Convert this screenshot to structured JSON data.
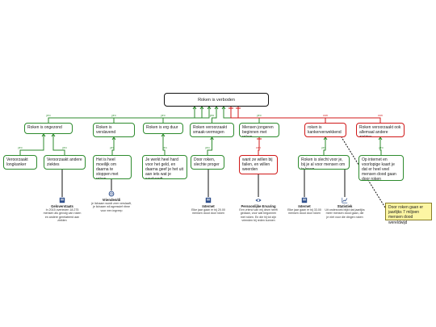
{
  "root": {
    "label": "Roken is verboden"
  },
  "nodes": {
    "n1": {
      "label": "Roken is ongezond",
      "tag": "pro"
    },
    "n2": {
      "label": "Roken is verslavend",
      "tag": "pro"
    },
    "n3": {
      "label": "Roken is erg duur",
      "tag": "pro"
    },
    "n4": {
      "label": "Roken veroorzaakt smaak-vermogen",
      "tag": "pro"
    },
    "n5": {
      "label": "Mensen jongeren beginnen met roken",
      "tag": "pro"
    },
    "n6": {
      "label": "roken is kankerverwekkend",
      "tag": "con"
    },
    "n7": {
      "label": "Roken veroorzaakt ook allemaal andere ziektes",
      "tag": "con"
    },
    "n11": {
      "label": "Veroorzaakt longkanker",
      "tag": "pro"
    },
    "n12": {
      "label": "Veroorzaakt andere ziektes",
      "tag": "pro"
    },
    "n21": {
      "label": "Het is heel moeilijk om daarna te stoppen met roken",
      "tag": "pro"
    },
    "n31": {
      "label": "Je werkt heel hard voor het geld, en daarna geef je het uit aan iets wat je weekendt",
      "tag": "pro"
    },
    "n41": {
      "label": "Door roken, slechte proger",
      "tag": "pro"
    },
    "n51": {
      "label": "want ze willen bij failen, en willen weerden",
      "tag": "con"
    },
    "n61": {
      "label": "Roken is slecht voor je, bij je al voor mensen om je heen",
      "tag": "pro"
    },
    "n71": {
      "label": "Op internet en voorlopige kaart je dat er heel veel mensen dood gaan door roken",
      "tag": "pro"
    }
  },
  "sources": {
    "s1": {
      "icon": "book-icon",
      "title": "Geloverstaats",
      "text": "In 2015 overleden 18.275 mensen als gevolg van roken en andere gerelateerd aan ziekten"
    },
    "s2": {
      "icon": "brain-icon",
      "title": "Vrienden/di",
      "text": "je lichaam wordt zeer verslaaft, je lichaam wil agressief ritme voor een ingreep"
    },
    "s3": {
      "icon": "book-icon",
      "title": "Internet",
      "text": "Elke jaar gaan er bij 20.00 mensen dood door roken"
    },
    "s4": {
      "icon": "eye-icon",
      "title": "Persoonlijke Ervaring",
      "text": "Een vriend van mij deze heeft gedaan, voor wat begonnen met roken. En die hij tot zijn vrienden bij reden kunnen"
    },
    "s5": {
      "icon": "book-icon",
      "title": "Internet",
      "text": "Elke jaar gaan er bij 33.00 mensen dood door roken"
    },
    "s6": {
      "icon": "chart-icon",
      "title": "Statistiek",
      "text": "Uit onderzoek blijkt dat jaarlijks meer mensen dood gaan, die je niet voor die dingen roken"
    }
  },
  "note": {
    "text": "Door roken gaan er jaarlijks 7 miljoen mensen dood wereldwijd"
  },
  "colors": {
    "pro": "#2e8b2e",
    "con": "#d01818",
    "root": "#111111",
    "note_bg": "#fdf6a3",
    "source_icon": "#2b4c8a"
  }
}
